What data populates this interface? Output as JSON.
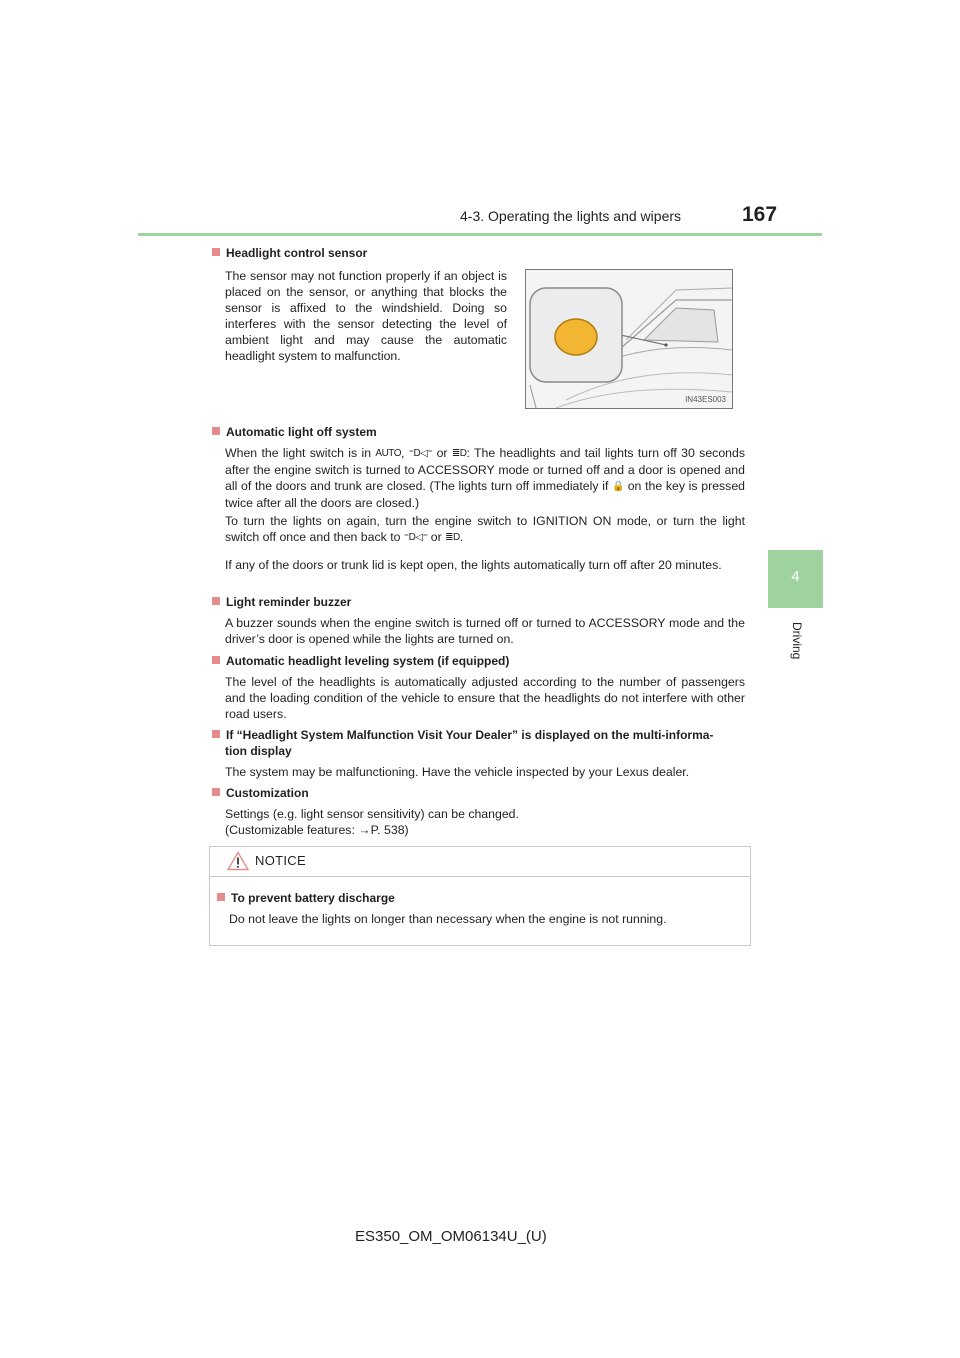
{
  "header": {
    "section_title": "4-3. Operating the lights and wipers",
    "page_number": "167"
  },
  "side_tab": {
    "number": "4",
    "label": "Driving"
  },
  "sections": {
    "headlight_sensor": {
      "heading": "Headlight control sensor",
      "text": "The sensor may not function properly if an object is placed on the sensor, or anything that blocks the sensor is affixed to the windshield. Doing so interferes with the sensor detecting the level of ambient light and may cause the automatic headlight system to malfunction.",
      "figure_code": "IN43ES003"
    },
    "auto_light_off": {
      "heading": "Automatic light off system",
      "p1_a": "When the light switch is in",
      "p1_icon_auto": "AUTO",
      "p1_b": ", ",
      "p1_c": " or ",
      "p1_d": ": The headlights and tail lights turn off 30 seconds after the engine switch is turned to ACCESSORY mode or turned off and a door is opened and all of the doors and trunk are closed. (The lights turn off immediately if ",
      "p1_e": " on the key is pressed twice after all the doors are closed.)",
      "p2_a": "To turn the lights on again, turn the engine switch to IGNITION ON mode, or turn the light switch off once and then back to ",
      "p2_b": " or ",
      "p2_c": ".",
      "p3": "If any of the doors or trunk lid is kept open, the lights automatically turn off after 20 minutes."
    },
    "reminder": {
      "heading": "Light reminder buzzer",
      "text": "A buzzer sounds when the engine switch is turned off or turned to ACCESSORY mode and the driver’s door is opened while the lights are turned on."
    },
    "leveling": {
      "heading": "Automatic headlight leveling system (if equipped)",
      "text": "The level of the headlights is automatically adjusted according to the number of passengers and the loading condition of the vehicle to ensure that the headlights do not interfere with other road users."
    },
    "malfunction": {
      "heading_1": "If “Headlight System Malfunction Visit Your Dealer” is displayed on the multi-informa-",
      "heading_2": "tion display",
      "text": "The system may be malfunctioning. Have the vehicle inspected by your Lexus dealer."
    },
    "customization": {
      "heading": "Customization",
      "line1": "Settings (e.g. light sensor sensitivity) can be changed.",
      "line2": "(Customizable features: →P. 538)"
    }
  },
  "notice": {
    "title": "NOTICE",
    "heading": "To prevent battery discharge",
    "text": "Do not leave the lights on longer than necessary when the engine is not running."
  },
  "footer": {
    "code": "ES350_OM_OM06134U_(U)"
  },
  "colors": {
    "accent_green": "#9ed3a0",
    "bullet_red": "#e48b8b"
  }
}
